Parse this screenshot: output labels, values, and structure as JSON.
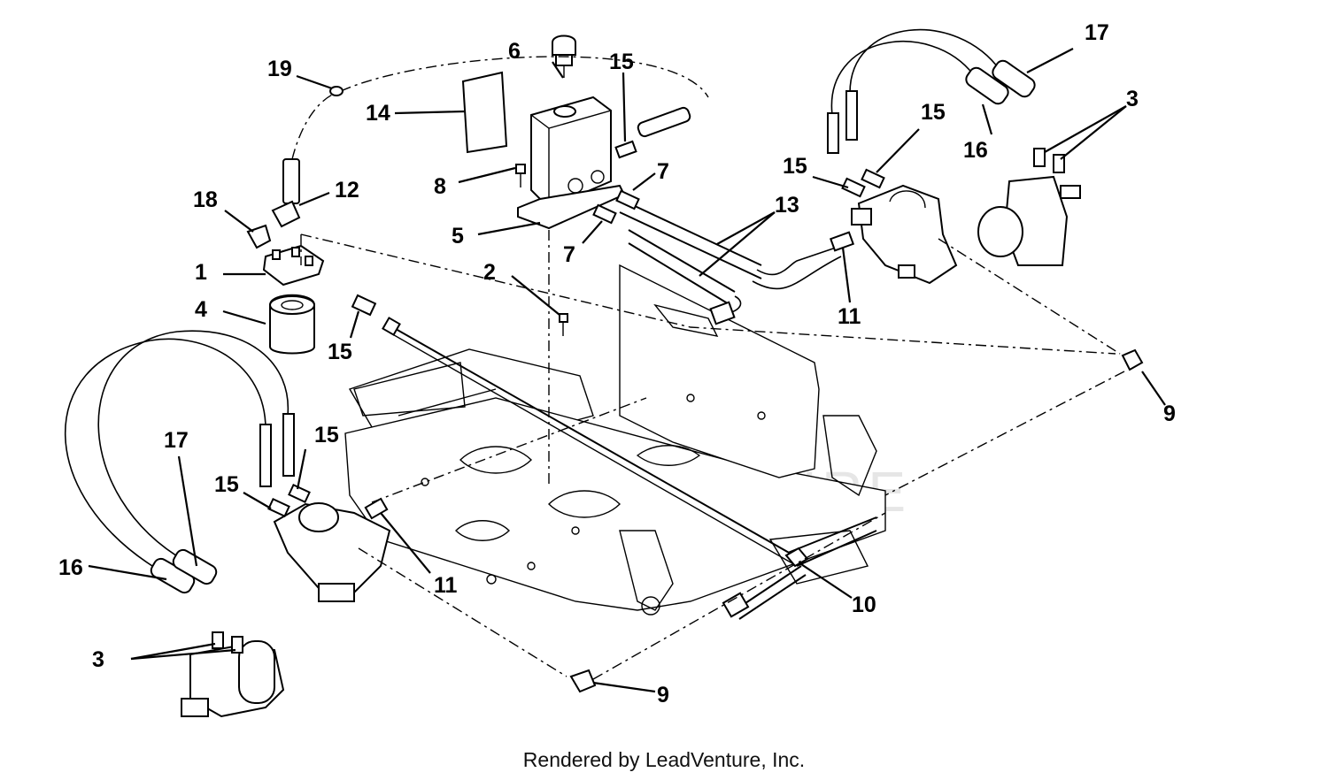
{
  "footer": {
    "credit": "Rendered by LeadVenture, Inc."
  },
  "watermark": {
    "text": "LEADVENTURE"
  },
  "callouts": [
    "19",
    "6",
    "15",
    "17",
    "3",
    "14",
    "8",
    "7",
    "15",
    "15",
    "18",
    "12",
    "5",
    "16",
    "1",
    "13",
    "7",
    "4",
    "2",
    "11",
    "15",
    "9",
    "17",
    "15",
    "15",
    "11",
    "10",
    "16",
    "3",
    "9"
  ]
}
